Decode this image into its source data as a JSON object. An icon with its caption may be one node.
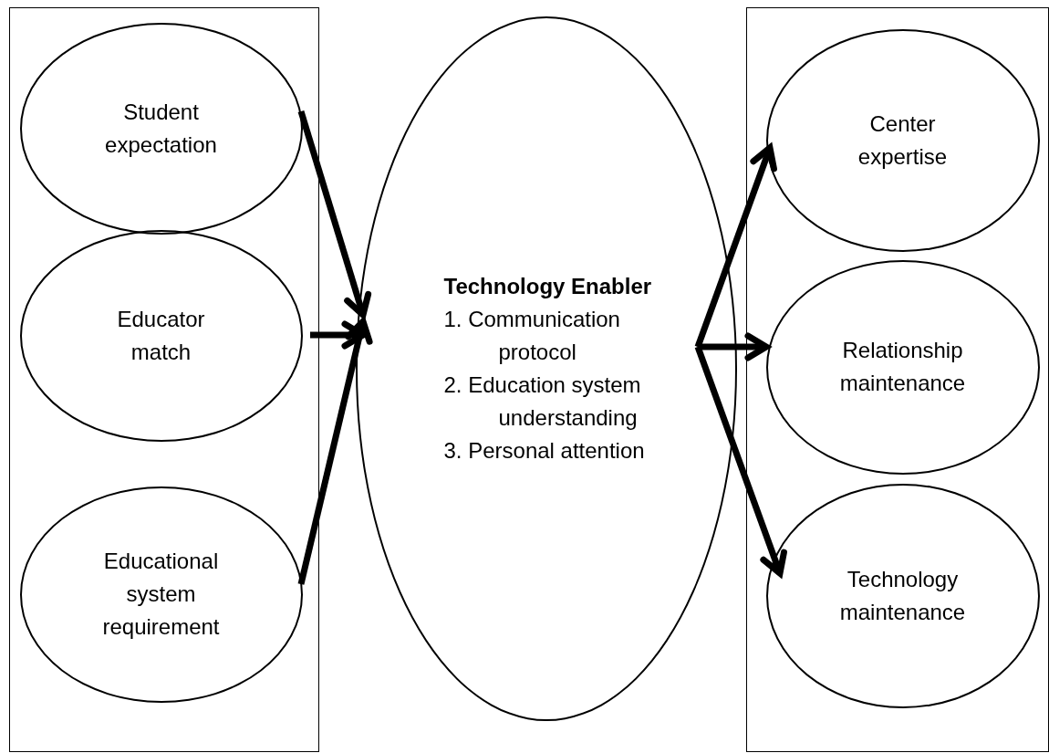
{
  "diagram": {
    "nodes": [
      {
        "text": [],
        "shape": "box"
      },
      {
        "text": [
          "Student expectation"
        ],
        "in": 0
      },
      {
        "text": [
          "Educator match"
        ],
        "in": 0
      },
      {
        "text": [
          "Educational system requirement"
        ],
        "in": 0
      },
      {
        "text": [
          "Technology Enabler",
          "1. Communication protocol",
          "2. Education system understanding",
          "3. Personal attention"
        ]
      },
      {
        "text": [],
        "shape": "box"
      },
      {
        "text": [
          "Center expertise"
        ],
        "in": 5
      },
      {
        "text": [
          "Relationship maintenance"
        ],
        "in": 5
      },
      {
        "text": [
          "Technology maintenance"
        ],
        "in": 5
      }
    ],
    "edges": [
      {
        "from": 1,
        "to": 4,
        "arrow": "to"
      },
      {
        "from": 2,
        "to": 4,
        "arrow": "to"
      },
      {
        "from": 3,
        "to": 4,
        "arrow": "to"
      },
      {
        "from": 4,
        "to": 6,
        "arrow": "to"
      },
      {
        "from": 4,
        "to": 7,
        "arrow": "to"
      },
      {
        "from": 4,
        "to": 8,
        "arrow": "to"
      }
    ]
  }
}
